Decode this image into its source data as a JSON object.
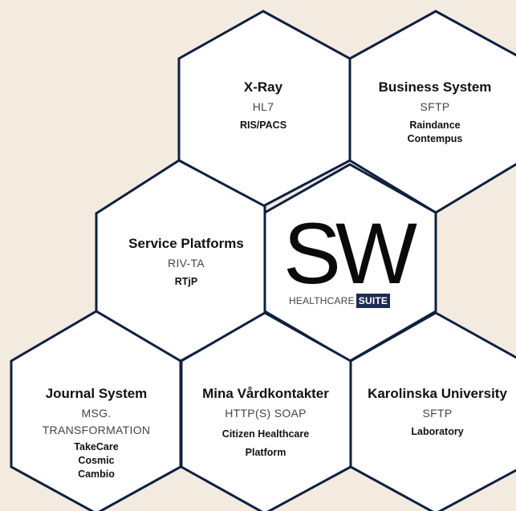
{
  "colors": {
    "background": "#f3ebe0",
    "hex_fill": "#ffffff",
    "hex_stroke": "#0f2040",
    "accent": "#1c2b52"
  },
  "logo": {
    "main": "SW",
    "sub": "HEALTHCARE",
    "sub_accent": "SUITE"
  },
  "hexagons": [
    {
      "id": "xray",
      "title": "X-Ray",
      "protocol": "HL7",
      "systems": [
        "RIS/PACS"
      ]
    },
    {
      "id": "business",
      "title": "Business System",
      "protocol": "SFTP",
      "systems": [
        "Raindance",
        "Contempus"
      ]
    },
    {
      "id": "service",
      "title": "Service Platforms",
      "protocol": "RIV-TA",
      "systems": [
        "RTjP"
      ]
    },
    {
      "id": "journal",
      "title": "Journal System",
      "protocol": "MSG.\nTRANSFORMATION",
      "systems": [
        "TakeCare",
        "Cosmic",
        "Cambio"
      ]
    },
    {
      "id": "mina",
      "title": "Mina Vårdkontakter",
      "protocol": "HTTP(S) SOAP",
      "systems": [
        "Citizen Healthcare",
        "Platform"
      ]
    },
    {
      "id": "karolinska",
      "title": "Karolinska University",
      "protocol": "SFTP",
      "systems": [
        "Laboratory"
      ]
    }
  ]
}
